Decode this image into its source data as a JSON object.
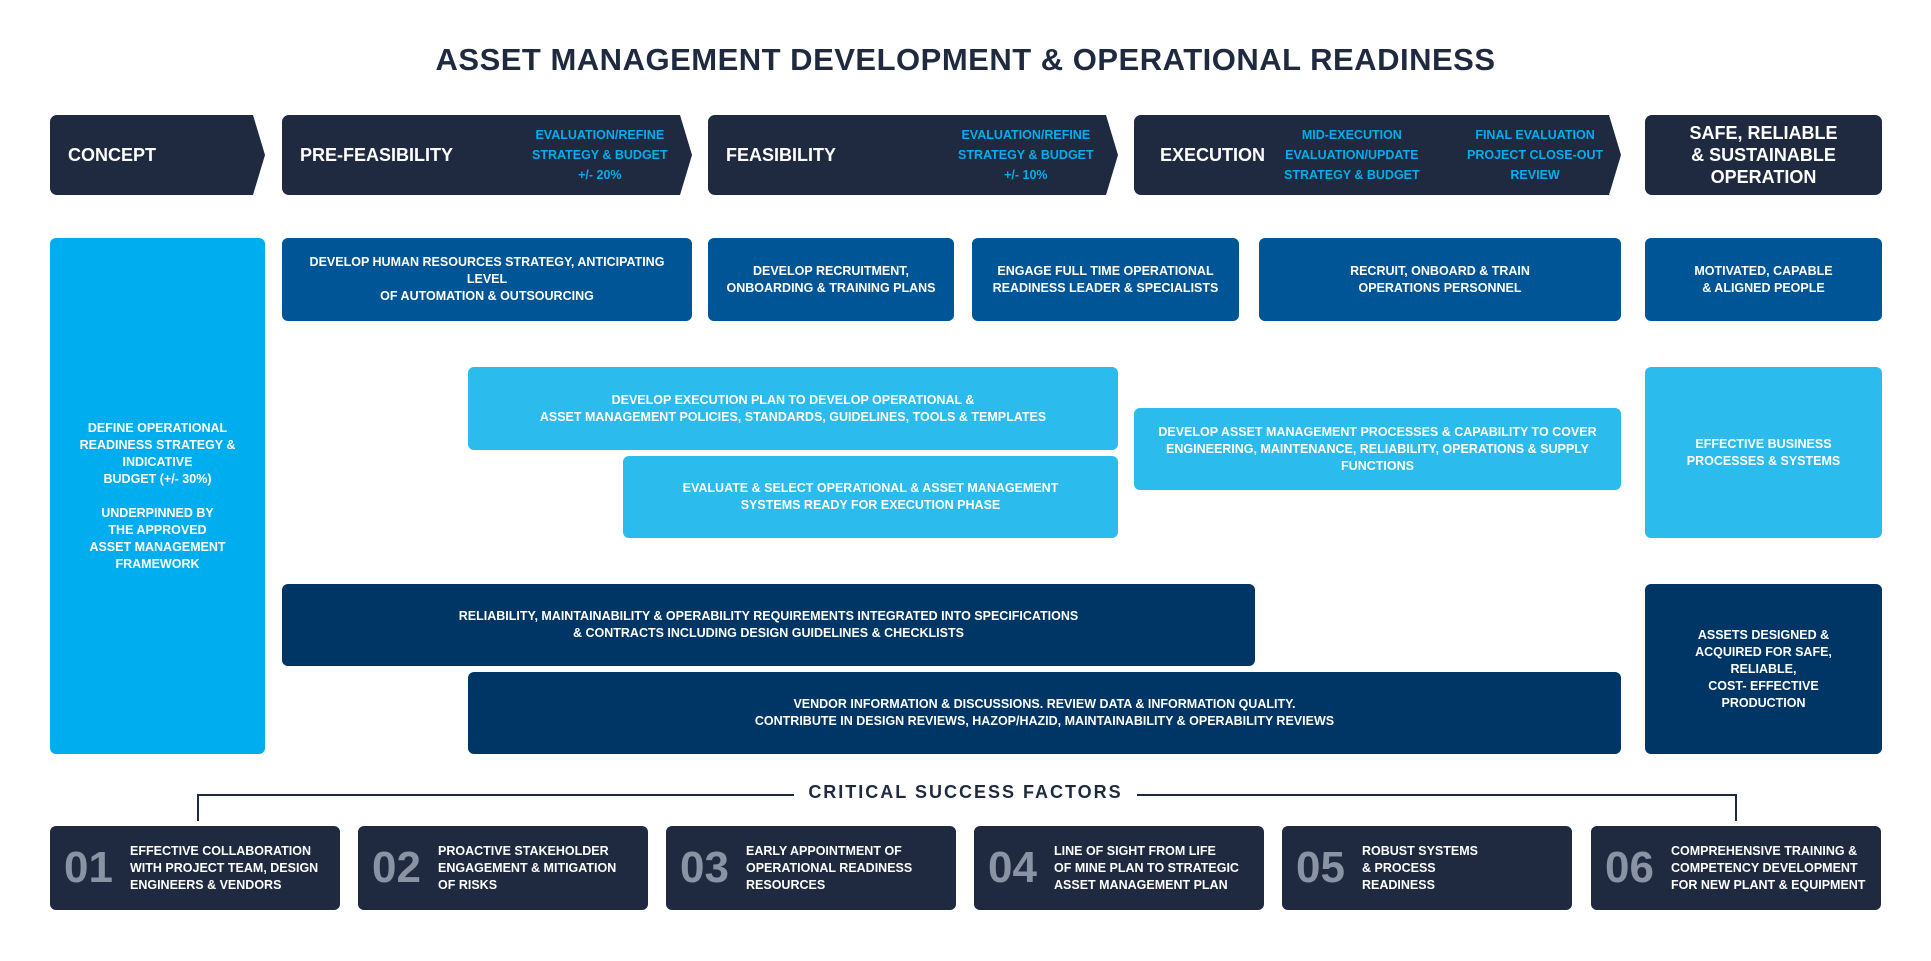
{
  "title": "ASSET MANAGEMENT DEVELOPMENT & OPERATIONAL READINESS",
  "phases": {
    "concept": "CONCEPT",
    "prefeasibility": {
      "name": "PRE-FEASIBILITY",
      "note": "EVALUATION/REFINE\nSTRATEGY & BUDGET\n+/- 20%"
    },
    "feasibility": {
      "name": "FEASIBILITY",
      "note": "EVALUATION/REFINE\nSTRATEGY & BUDGET\n+/- 10%"
    },
    "execution": {
      "name": "EXECUTION",
      "note1": "MID-EXECUTION\nEVALUATION/UPDATE\nSTRATEGY & BUDGET",
      "note2": "FINAL EVALUATION\nPROJECT CLOSE-OUT\nREVIEW"
    },
    "operation": "SAFE, RELIABLE\n& SUSTAINABLE\nOPERATION"
  },
  "concept_box": "DEFINE OPERATIONAL\nREADINESS STRATEGY &\nINDICATIVE\nBUDGET (+/- 30%)\n\nUNDERPINNED BY\nTHE APPROVED\nASSET MANAGEMENT\nFRAMEWORK",
  "people": [
    "DEVELOP HUMAN RESOURCES STRATEGY, ANTICIPATING LEVEL\nOF AUTOMATION & OUTSOURCING",
    "DEVELOP RECRUITMENT,\nONBOARDING & TRAINING PLANS",
    "ENGAGE FULL TIME OPERATIONAL\nREADINESS LEADER & SPECIALISTS",
    "RECRUIT, ONBOARD & TRAIN\nOPERATIONS PERSONNEL",
    "MOTIVATED, CAPABLE\n& ALIGNED PEOPLE"
  ],
  "process": [
    "DEVELOP EXECUTION PLAN TO DEVELOP OPERATIONAL &\nASSET MANAGEMENT POLICIES, STANDARDS, GUIDELINES, TOOLS & TEMPLATES",
    "EVALUATE & SELECT OPERATIONAL & ASSET MANAGEMENT\nSYSTEMS READY FOR EXECUTION PHASE",
    "DEVELOP ASSET MANAGEMENT PROCESSES & CAPABILITY TO COVER\nENGINEERING, MAINTENANCE, RELIABILITY, OPERATIONS & SUPPLY FUNCTIONS",
    "EFFECTIVE BUSINESS\nPROCESSES & SYSTEMS"
  ],
  "assets": [
    "RELIABILITY, MAINTAINABILITY & OPERABILITY REQUIREMENTS INTEGRATED INTO SPECIFICATIONS\n& CONTRACTS INCLUDING DESIGN GUIDELINES & CHECKLISTS",
    "VENDOR INFORMATION & DISCUSSIONS. REVIEW DATA & INFORMATION QUALITY.\nCONTRIBUTE IN DESIGN REVIEWS, HAZOP/HAZID, MAINTAINABILITY & OPERABILITY REVIEWS",
    "ASSETS DESIGNED &\nACQUIRED FOR SAFE,\nRELIABLE,\nCOST- EFFECTIVE\nPRODUCTION"
  ],
  "csf_label": "CRITICAL SUCCESS FACTORS",
  "csf": [
    {
      "num": "01",
      "text": "EFFECTIVE COLLABORATION\nWITH PROJECT TEAM, DESIGN\nENGINEERS & VENDORS"
    },
    {
      "num": "02",
      "text": "PROACTIVE STAKEHOLDER\nENGAGEMENT & MITIGATION\nOF RISKS"
    },
    {
      "num": "03",
      "text": "EARLY APPOINTMENT OF\nOPERATIONAL READINESS\nRESOURCES"
    },
    {
      "num": "04",
      "text": "LINE OF SIGHT FROM LIFE\nOF MINE PLAN TO STRATEGIC\nASSET MANAGEMENT PLAN"
    },
    {
      "num": "05",
      "text": "ROBUST SYSTEMS\n& PROCESS\nREADINESS"
    },
    {
      "num": "06",
      "text": "COMPREHENSIVE TRAINING &\nCOMPETENCY DEVELOPMENT\nFOR NEW PLANT & EQUIPMENT"
    }
  ]
}
